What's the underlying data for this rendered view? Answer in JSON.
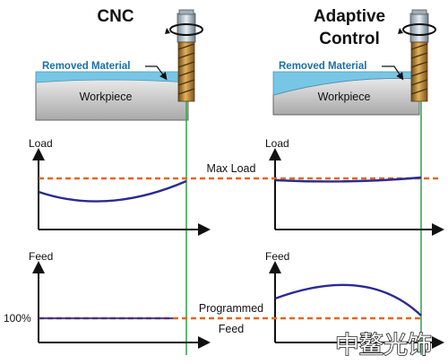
{
  "titles": {
    "left": "CNC",
    "right_line1": "Adaptive",
    "right_line2": "Control"
  },
  "labels": {
    "removed_material": "Removed Material",
    "workpiece": "Workpiece",
    "load": "Load",
    "feed": "Feed",
    "max_load": "Max Load",
    "programmed_line1": "Programmed",
    "programmed_line2": "Feed",
    "percent": "100%",
    "watermark": "中鳌光饰"
  },
  "colors": {
    "curve": "#2b2a8f",
    "dashed": "#e8641e",
    "guide": "#3aa655",
    "removed": "#78c6e6",
    "workpiece": "#bdbdbd",
    "text": "#111111"
  }
}
